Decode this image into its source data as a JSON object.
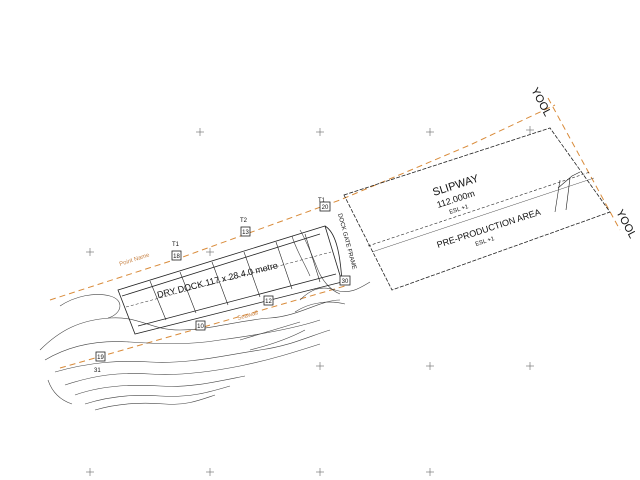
{
  "drawing": {
    "boundary_label_top": "YOOL",
    "boundary_label_right": "YOOL",
    "shoreline_top_label": "Point Name",
    "shoreline_bottom_label": "Seawall",
    "slipway": {
      "title": "SLIPWAY",
      "length": "112.000m",
      "level": "ESL +1"
    },
    "preproduction": {
      "title": "PRE-PRODUCTION AREA",
      "level": "ESL +1"
    },
    "dry_dock": {
      "title": "DRY DOCK 117 x 28.4.0 metre"
    },
    "dock_gate_label": "DOCK GATE FRAME",
    "section_marks": [
      "T1",
      "T2",
      "T1",
      "31"
    ],
    "markers": [
      "18",
      "13",
      "20",
      "30",
      "12",
      "10",
      "19"
    ]
  }
}
